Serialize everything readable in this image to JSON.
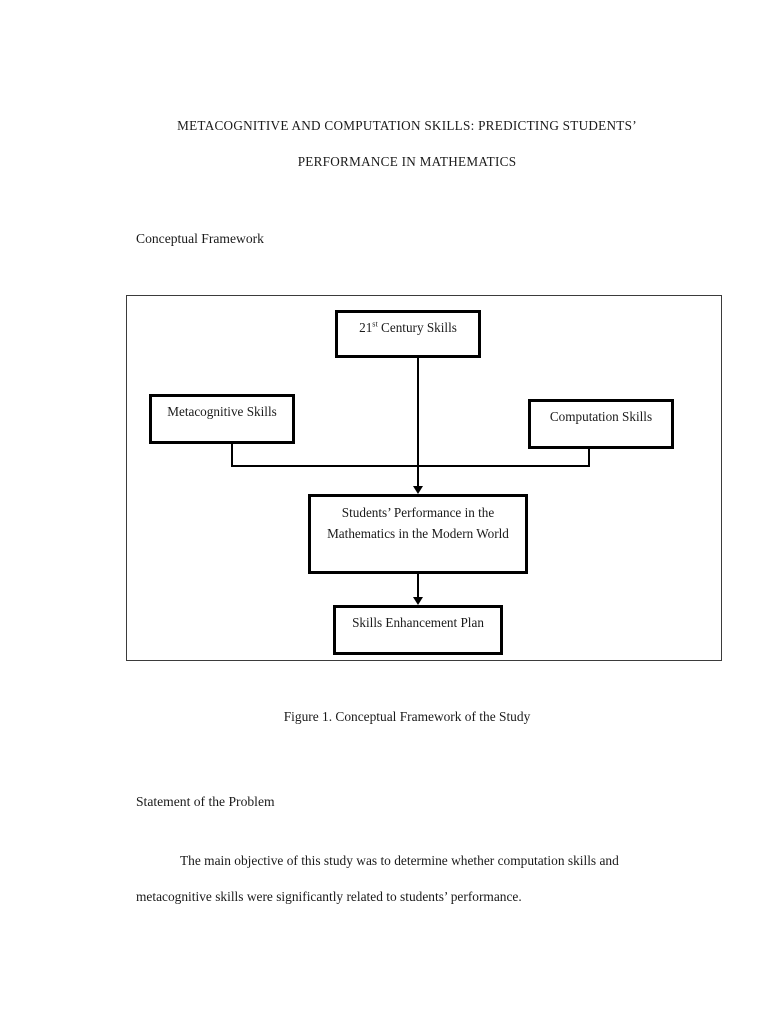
{
  "document": {
    "title_line1": "METACOGNITIVE AND COMPUTATION SKILLS: PREDICTING STUDENTS’",
    "title_line2": "PERFORMANCE IN MATHEMATICS",
    "sections": {
      "conceptual_framework_heading": "Conceptual Framework",
      "statement_heading": "Statement of the Problem"
    },
    "figure": {
      "caption": "Figure 1. Conceptual Framework of the Study",
      "nodes": {
        "top": {
          "text_before_sup": "21",
          "superscript": "st",
          "text_after_sup": " Century Skills"
        },
        "left": "Metacognitive Skills",
        "right": "Computation Skills",
        "center_line1": "Students’ Performance in the",
        "center_line2": "Mathematics in the Modern World",
        "bottom": "Skills Enhancement Plan"
      }
    },
    "body": {
      "paragraph": "The main objective of this study was to determine whether computation skills and metacognitive skills were significantly related to students’ performance."
    }
  },
  "colors": {
    "text": "#1a1a1a",
    "node_border": "#000000",
    "frame_border": "#3b3b3b",
    "page_background": "#ffffff"
  }
}
